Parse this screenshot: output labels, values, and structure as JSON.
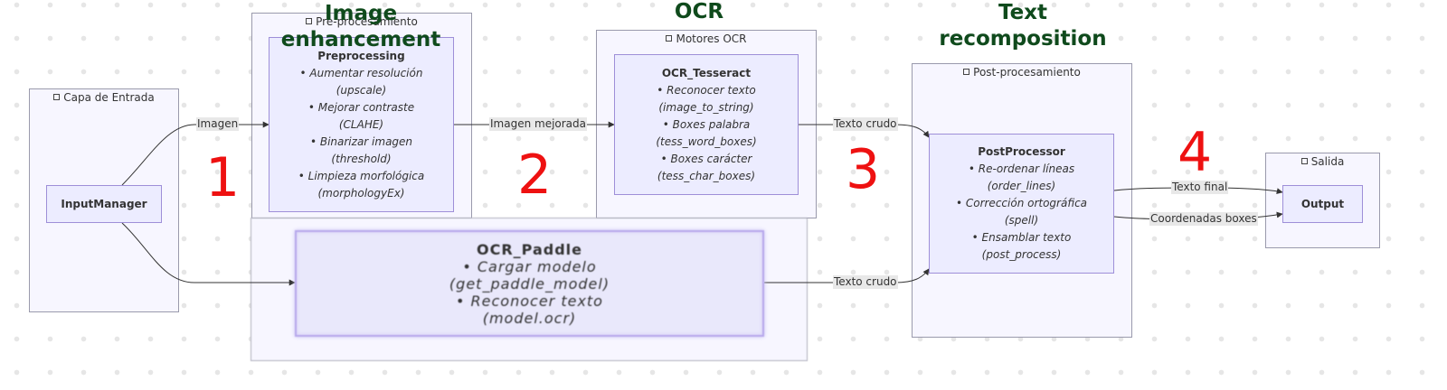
{
  "stages": [
    {
      "lines": [
        "Image",
        "enhancement"
      ]
    },
    {
      "lines": [
        "OCR"
      ]
    },
    {
      "lines": [
        "Text",
        "recomposition"
      ]
    }
  ],
  "numbers": [
    "1",
    "2",
    "3",
    "4"
  ],
  "subgraphs": {
    "entrada": "Capa de Entrada",
    "pre": "Pre-procesamiento",
    "motores": "Motores OCR",
    "post": "Post-procesamiento",
    "salida": "Salida"
  },
  "nodes": {
    "input": {
      "title": "InputManager"
    },
    "preprocessing": {
      "title": "Preprocessing",
      "lines": [
        "• Aumentar resolución",
        "(upscale)",
        "• Mejorar contraste",
        "(CLAHE)",
        "• Binarizar imagen",
        "(threshold)",
        "• Limpieza morfológica",
        "(morphologyEx)"
      ]
    },
    "tesseract": {
      "title": "OCR_Tesseract",
      "lines": [
        "• Reconocer texto",
        "(image_to_string)",
        "• Boxes palabra",
        "(tess_word_boxes)",
        "• Boxes carácter",
        "(tess_char_boxes)"
      ]
    },
    "paddle": {
      "title": "OCR_Paddle",
      "lines": [
        "• Cargar modelo",
        "(get_paddle_model)",
        "• Reconocer texto",
        "(model.ocr)"
      ]
    },
    "postprocessor": {
      "title": "PostProcessor",
      "lines": [
        "• Re-ordenar líneas",
        "(order_lines)",
        "• Corrección ortográfica",
        "(spell)",
        "• Ensamblar texto",
        "(post_process)"
      ]
    },
    "output": {
      "title": "Output"
    }
  },
  "edge_labels": {
    "imagen": "Imagen",
    "imagen_mejorada": "Imagen mejorada",
    "texto_crudo_1": "Texto crudo",
    "texto_crudo_2": "Texto crudo",
    "texto_final": "Texto final",
    "coordenadas": "Coordenadas boxes"
  },
  "colors": {
    "stage_title": "#0f4a1c",
    "number": "#ee1111",
    "node_fill": "#ececff",
    "node_border": "#9e8fd8",
    "cluster_fill": "#f7f6ff",
    "edge": "#333333"
  }
}
